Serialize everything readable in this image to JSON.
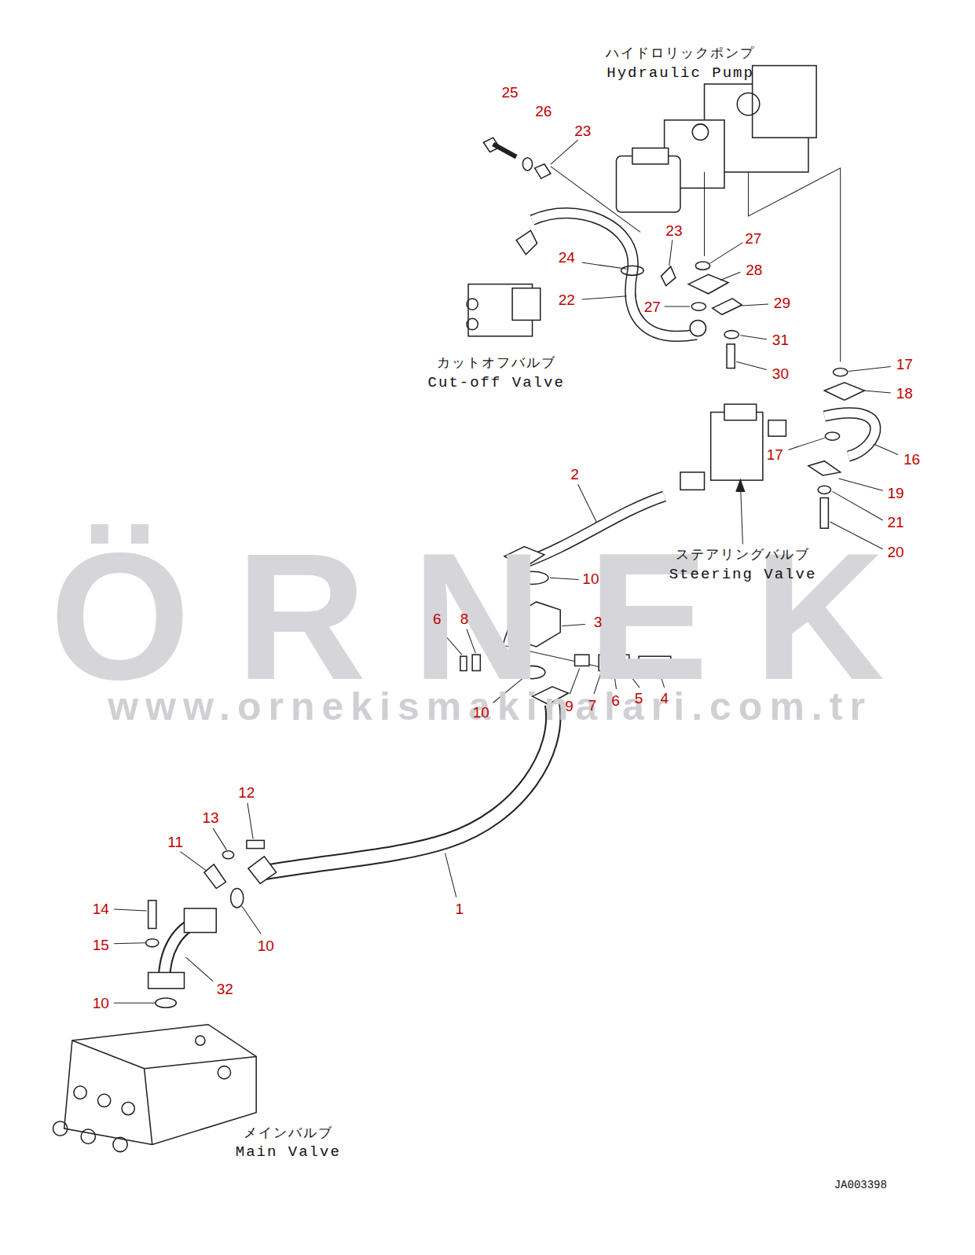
{
  "diagram": {
    "labels": [
      "ハイドロリックポンプ",
      "Hydraulic Pump",
      "25",
      "26",
      "23",
      "23",
      "24",
      "22",
      "27",
      "28",
      "27",
      "29",
      "31",
      "30",
      "カットオフバルブ",
      "Cut-off Valve",
      "17",
      "18",
      "17",
      "16",
      "19",
      "21",
      "20",
      "2",
      "ステアリングバルブ",
      "Steering Valve",
      "10",
      "6",
      "8",
      "3",
      "ÖRNEK",
      "9",
      "7",
      "6",
      "5",
      "4",
      "10",
      "www.ornekismakinalari.com.tr",
      "12",
      "13",
      "11",
      "14",
      "15",
      "10",
      "1",
      "32",
      "10",
      "メインバルブ",
      "Main Valve",
      "JA003398"
    ]
  }
}
